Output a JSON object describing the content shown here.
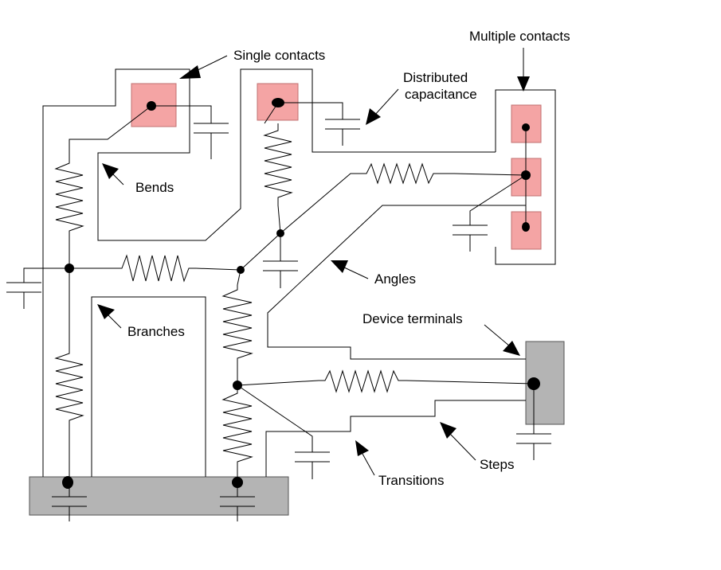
{
  "labels": {
    "single_contacts": "Single contacts",
    "multiple_contacts": "Multiple contacts",
    "distributed_capacitance_line1": "Distributed",
    "distributed_capacitance_line2": "capacitance",
    "bends": "Bends",
    "angles": "Angles",
    "branches": "Branches",
    "device_terminals": "Device terminals",
    "steps": "Steps",
    "transitions": "Transitions"
  },
  "colors": {
    "contact_fill": "#f4a4a4",
    "contact_stroke": "#c07070",
    "terminal_fill": "#b4b4b4",
    "terminal_stroke": "#555555",
    "wire": "#000000",
    "background": "#ffffff"
  }
}
